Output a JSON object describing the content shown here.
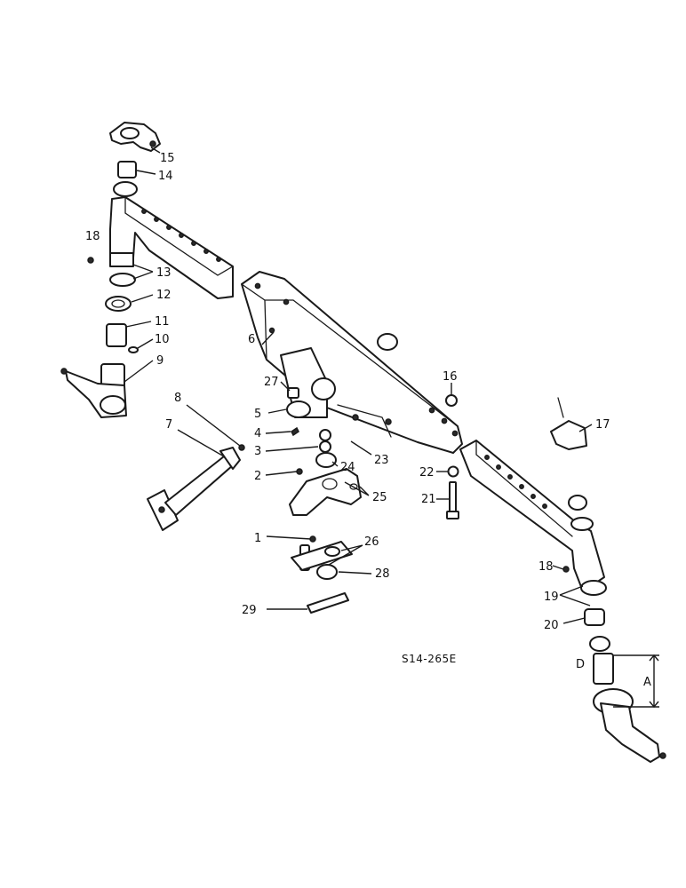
{
  "diagram": {
    "part_labels": [
      "1",
      "2",
      "3",
      "4",
      "5",
      "6",
      "7",
      "8",
      "9",
      "10",
      "11",
      "12",
      "13",
      "14",
      "15",
      "16",
      "17",
      "18",
      "18",
      "19",
      "20",
      "21",
      "22",
      "23",
      "24",
      "25",
      "26",
      "27",
      "28",
      "29"
    ],
    "dimension_labels": [
      "D",
      "A"
    ],
    "drawing_code": "S14-265E"
  }
}
